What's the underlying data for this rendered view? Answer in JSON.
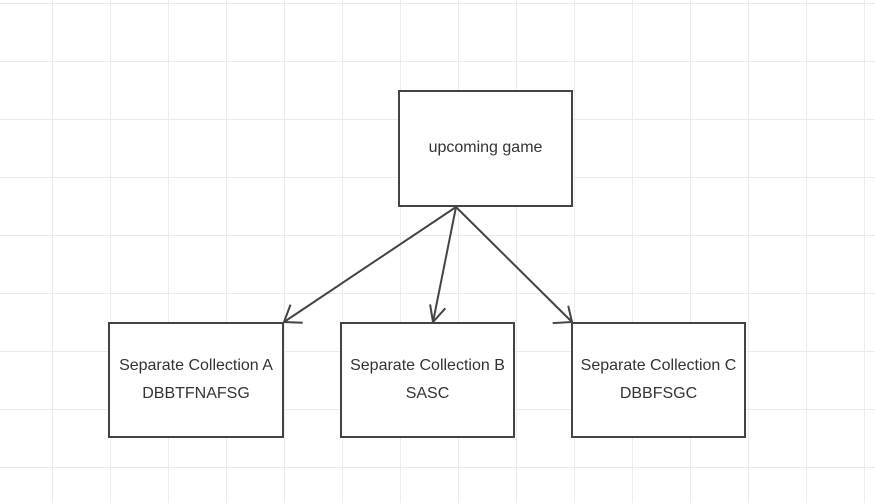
{
  "nodes": {
    "upcoming": {
      "label": "upcoming game"
    },
    "a": {
      "title": "Separate Collection A",
      "code": "DBBTFNAFSG"
    },
    "b": {
      "title": "Separate Collection B",
      "code": "SASC"
    },
    "c": {
      "title": "Separate Collection C",
      "code": "DBBFSGC"
    }
  },
  "edges": [
    {
      "from": "upcoming",
      "to": "a"
    },
    {
      "from": "upcoming",
      "to": "b"
    },
    {
      "from": "upcoming",
      "to": "c"
    }
  ],
  "colors": {
    "stroke": "#444444",
    "text": "#333333",
    "grid": "#ebebeb"
  }
}
